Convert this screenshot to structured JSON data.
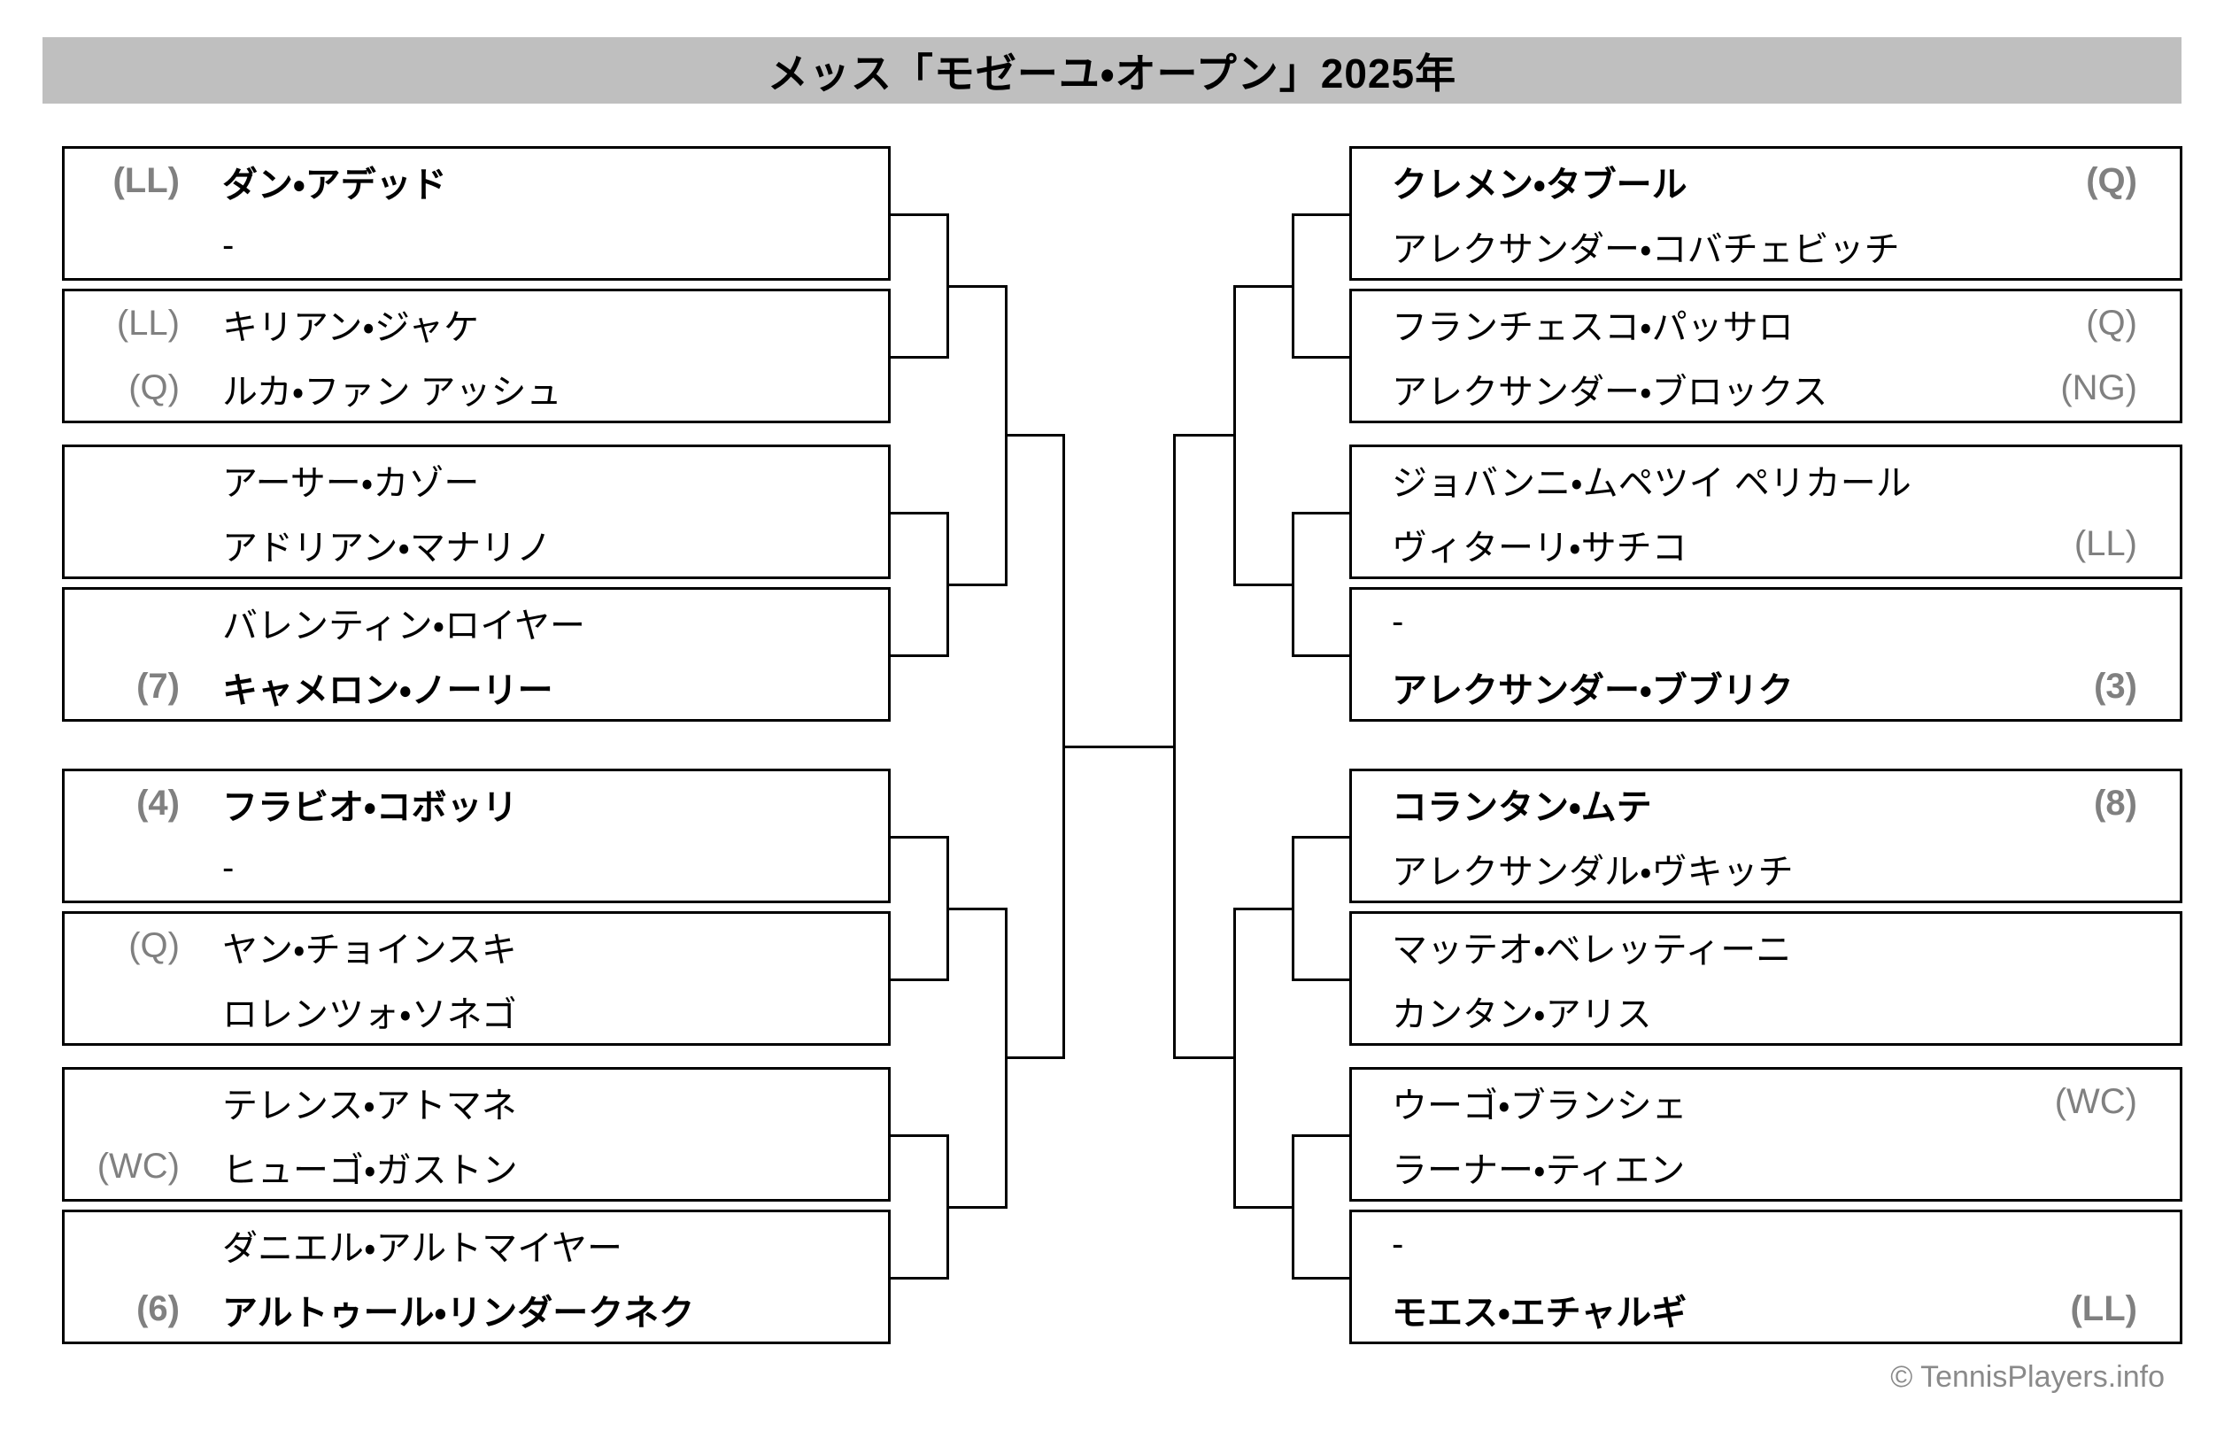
{
  "title": "メッス「モゼーユ・オープン」2025年",
  "copyright": "© TennisPlayers.info",
  "colors": {
    "title_bar_bg": "#bfbfbf",
    "tag_gray": "#808080",
    "line_black": "#000000",
    "copyright_gray": "#8a8a8a"
  },
  "bracket": {
    "left": [
      {
        "rows": [
          {
            "tag": "(LL)",
            "name": "ダン・アデッド",
            "bold": true
          },
          {
            "tag": "",
            "name": "-",
            "bold": false
          }
        ]
      },
      {
        "rows": [
          {
            "tag": "(LL)",
            "name": "キリアン・ジャケ",
            "bold": false
          },
          {
            "tag": "(Q)",
            "name": "ルカ・ファン アッシュ",
            "bold": false
          }
        ]
      },
      {
        "rows": [
          {
            "tag": "",
            "name": "アーサー・カゾー",
            "bold": false
          },
          {
            "tag": "",
            "name": "アドリアン・マナリノ",
            "bold": false
          }
        ]
      },
      {
        "rows": [
          {
            "tag": "",
            "name": "バレンティン・ロイヤー",
            "bold": false
          },
          {
            "tag": "(7)",
            "name": "キャメロン・ノーリー",
            "bold": true
          }
        ]
      },
      {
        "rows": [
          {
            "tag": "(4)",
            "name": "フラビオ・コボッリ",
            "bold": true
          },
          {
            "tag": "",
            "name": "-",
            "bold": false
          }
        ]
      },
      {
        "rows": [
          {
            "tag": "(Q)",
            "name": "ヤン・チョインスキ",
            "bold": false
          },
          {
            "tag": "",
            "name": "ロレンツォ・ソネゴ",
            "bold": false
          }
        ]
      },
      {
        "rows": [
          {
            "tag": "",
            "name": "テレンス・アトマネ",
            "bold": false
          },
          {
            "tag": "(WC)",
            "name": "ヒューゴ・ガストン",
            "bold": false
          }
        ]
      },
      {
        "rows": [
          {
            "tag": "",
            "name": "ダニエル・アルトマイヤー",
            "bold": false
          },
          {
            "tag": "(6)",
            "name": "アルトゥール・リンダークネク",
            "bold": true
          }
        ]
      }
    ],
    "right": [
      {
        "rows": [
          {
            "name": "クレメン・タブール",
            "tag": "(Q)",
            "bold": true
          },
          {
            "name": "アレクサンダー・コバチェビッチ",
            "tag": "",
            "bold": false
          }
        ]
      },
      {
        "rows": [
          {
            "name": "フランチェスコ・パッサロ",
            "tag": "(Q)",
            "bold": false
          },
          {
            "name": "アレクサンダー・ブロックス",
            "tag": "(NG)",
            "bold": false
          }
        ]
      },
      {
        "rows": [
          {
            "name": "ジョバンニ・ムペツイ ペリカール",
            "tag": "",
            "bold": false
          },
          {
            "name": "ヴィターリ・サチコ",
            "tag": "(LL)",
            "bold": false
          }
        ]
      },
      {
        "rows": [
          {
            "name": "-",
            "tag": "",
            "bold": false
          },
          {
            "name": "アレクサンダー・ブブリク",
            "tag": "(3)",
            "bold": true
          }
        ]
      },
      {
        "rows": [
          {
            "name": "コランタン・ムテ",
            "tag": "(8)",
            "bold": true
          },
          {
            "name": "アレクサンダル・ヴキッチ",
            "tag": "",
            "bold": false
          }
        ]
      },
      {
        "rows": [
          {
            "name": "マッテオ・ベレッティーニ",
            "tag": "",
            "bold": false
          },
          {
            "name": "カンタン・アリス",
            "tag": "",
            "bold": false
          }
        ]
      },
      {
        "rows": [
          {
            "name": "ウーゴ・ブランシェ",
            "tag": "(WC)",
            "bold": false
          },
          {
            "name": "ラーナー・ティエン",
            "tag": "",
            "bold": false
          }
        ]
      },
      {
        "rows": [
          {
            "name": "-",
            "tag": "",
            "bold": false
          },
          {
            "name": "モエス・エチャルギ",
            "tag": "(LL)",
            "bold": true
          }
        ]
      }
    ]
  }
}
